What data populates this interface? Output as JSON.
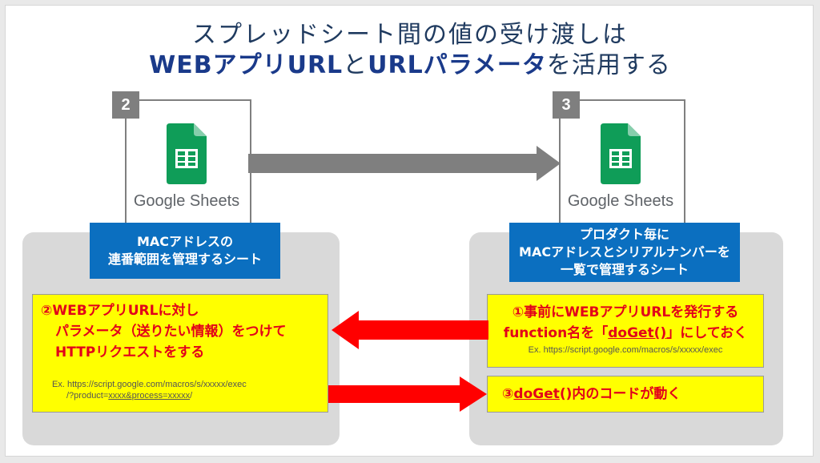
{
  "title": {
    "line1": "スプレッドシート間の値の受け渡しは",
    "line2_bold1": "WEBアプリURL",
    "line2_mid": "と",
    "line2_bold2": "URLパラメータ",
    "line2_end": "を活用する"
  },
  "left": {
    "number": "2",
    "logo_label": "Google Sheets",
    "blue_lines": [
      "MACアドレスの",
      "連番範囲を管理するシート"
    ],
    "yellow": {
      "line1": "②WEBアプリURLに対し",
      "line2": "パラメータ（送りたい情報）をつけて",
      "line3": "HTTPリクエストをする",
      "ex1": "Ex. https://script.google.com/macros/s/xxxxx/exec",
      "ex2_a": "/?product=",
      "ex2_b": "xxxx&process=xxxxx",
      "ex2_c": "/"
    }
  },
  "right": {
    "number": "3",
    "logo_label": "Google Sheets",
    "blue_lines": [
      "プロダクト毎に",
      "MACアドレスとシリアルナンバーを",
      "一覧で管理するシート"
    ],
    "yellow1": {
      "line1": "①事前にWEBアプリURLを発行する",
      "line2_a": "function名を「",
      "line2_b": "doGet()",
      "line2_c": "」にしておく",
      "ex": "Ex. https://script.google.com/macros/s/xxxxx/exec"
    },
    "yellow2": {
      "a": "③",
      "b": "doGet",
      "c": "()内のコードが動く"
    }
  },
  "colors": {
    "gray_arrow": "#7f7f7f",
    "red_arrow": "#ff0000",
    "blue": "#0b6fc0",
    "yellow": "#ffff00",
    "sheets_green": "#0f9d58"
  }
}
